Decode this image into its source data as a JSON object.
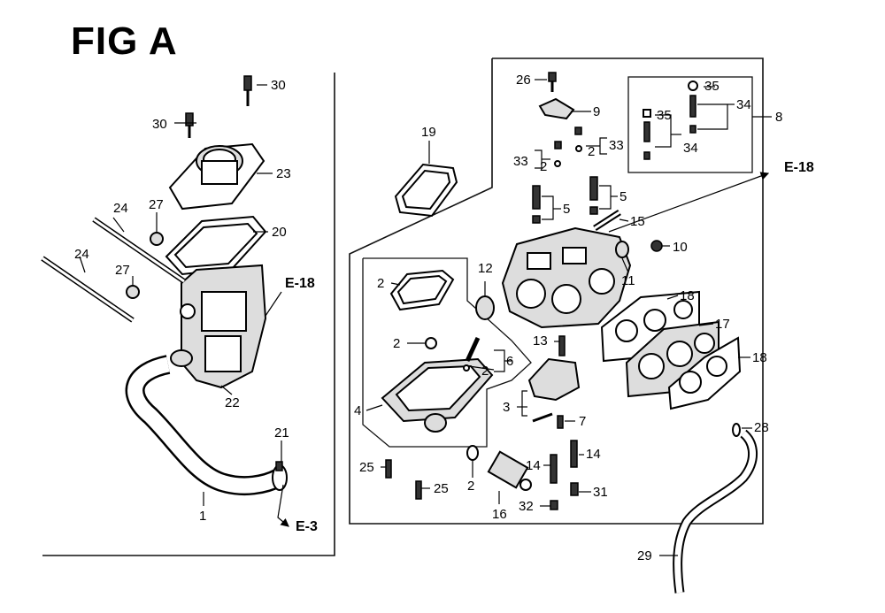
{
  "title": "FIG A",
  "callouts": {
    "c1": "1",
    "c2a": "2",
    "c2b": "2",
    "c2c": "2",
    "c2d": "2",
    "c2e": "2",
    "c2f": "2",
    "c3": "3",
    "c4": "4",
    "c5a": "5",
    "c5b": "5",
    "c6": "6",
    "c7": "7",
    "c8": "8",
    "c9": "9",
    "c10": "10",
    "c11": "11",
    "c12": "12",
    "c13": "13",
    "c14a": "14",
    "c14b": "14",
    "c15": "15",
    "c16": "16",
    "c17": "17",
    "c18a": "18",
    "c18b": "18",
    "c19": "19",
    "c20": "20",
    "c21": "21",
    "c22": "22",
    "c23": "23",
    "c24a": "24",
    "c24b": "24",
    "c25a": "25",
    "c25b": "25",
    "c26": "26",
    "c27a": "27",
    "c27b": "27",
    "c28": "28",
    "c29": "29",
    "c30a": "30",
    "c30b": "30",
    "c31": "31",
    "c32": "32",
    "c33a": "33",
    "c33b": "33",
    "c34a": "34",
    "c34b": "34",
    "c35a": "35",
    "c35b": "35"
  },
  "references": {
    "e18_left": "E-18",
    "e18_right": "E-18",
    "e3": "E-3"
  }
}
